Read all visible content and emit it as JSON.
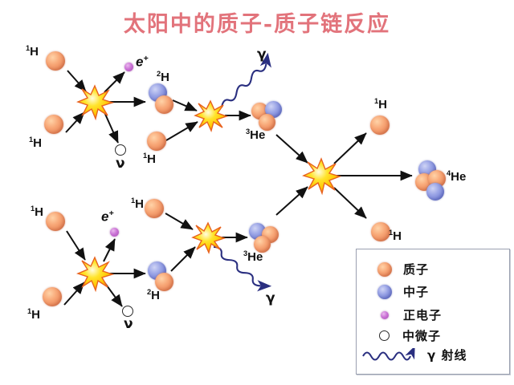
{
  "title": "太阳中的质子-质子链反应",
  "colors": {
    "title": "#e2737b",
    "proton": "#f0926a",
    "neutron": "#8b97de",
    "positron": "#c05fcc",
    "neutrino": "#ffffff",
    "gamma_wave": "#2a2f80",
    "burst_core": "#ffe32e",
    "burst_edge": "#e8621f",
    "legend_border": "#9aa0b0"
  },
  "diagram": {
    "type": "proton-proton-chain-reaction",
    "branches": [
      {
        "name": "upper-branch",
        "step1": {
          "inputs": [
            "1H",
            "1H"
          ],
          "outputs": [
            "e+",
            "v",
            "2H"
          ]
        },
        "step2": {
          "inputs": [
            "2H",
            "1H"
          ],
          "outputs": [
            "3He",
            "gamma"
          ]
        }
      },
      {
        "name": "lower-branch",
        "step1": {
          "inputs": [
            "1H",
            "1H"
          ],
          "outputs": [
            "e+",
            "v",
            "2H"
          ]
        },
        "step2": {
          "inputs": [
            "1H",
            "2H"
          ],
          "outputs": [
            "3He",
            "gamma"
          ]
        }
      }
    ],
    "final_step": {
      "inputs": [
        "3He",
        "3He"
      ],
      "outputs": [
        "1H",
        "4He",
        "1H"
      ]
    }
  },
  "labels": {
    "h1_top_left_a": {
      "sup": "1",
      "text": "H"
    },
    "h1_top_left_b": {
      "sup": "1",
      "text": "H"
    },
    "positron_top": "e",
    "positron_top_sign": "+",
    "neutrino_top": "ν",
    "h2_top": {
      "sup": "2",
      "text": "H"
    },
    "h1_top_mid": {
      "sup": "1",
      "text": "H"
    },
    "gamma_top": "γ",
    "he3_top": {
      "sup": "3",
      "text": "He"
    },
    "h1_upper_right": {
      "sup": "1",
      "text": "H"
    },
    "he4": {
      "sup": "4",
      "text": "He"
    },
    "h1_lower_right": {
      "sup": "1",
      "text": "H"
    },
    "h1_bot_left_a": {
      "sup": "1",
      "text": "H"
    },
    "h1_bot_left_b": {
      "sup": "1",
      "text": "H"
    },
    "positron_bot": "e",
    "positron_bot_sign": "+",
    "neutrino_bot": "ν",
    "h2_bot": {
      "sup": "2",
      "text": "H"
    },
    "h1_bot_mid": {
      "sup": "1",
      "text": "H"
    },
    "gamma_bot": "γ",
    "he3_bot": {
      "sup": "3",
      "text": "He"
    }
  },
  "legend": {
    "items": [
      {
        "icon": "proton-circle",
        "label": "质子"
      },
      {
        "icon": "neutron-circle",
        "label": "中子"
      },
      {
        "icon": "positron-circle",
        "label": "正电子"
      },
      {
        "icon": "neutrino-circle",
        "label": "中微子"
      },
      {
        "icon": "gamma-wave",
        "label": "γ 射线"
      }
    ]
  }
}
